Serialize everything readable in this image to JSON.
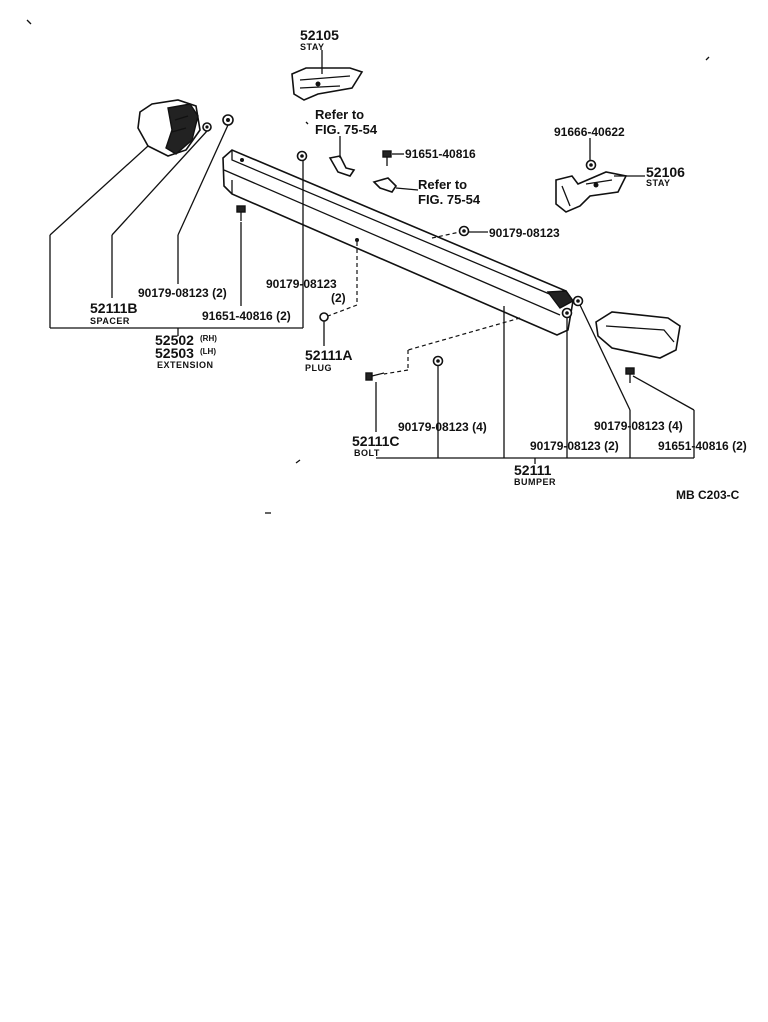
{
  "labels": {
    "stay_left": {
      "number": "52105",
      "caption": "STAY"
    },
    "refer_top": {
      "line1": "Refer to",
      "line2": "FIG. 75-54"
    },
    "bolt_top": "91651-40816",
    "refer_mid": {
      "line1": "Refer to",
      "line2": "FIG. 75-54"
    },
    "washer_right": "91666-40622",
    "stay_right": {
      "number": "52106",
      "caption": "STAY"
    },
    "nut_center": "90179-08123",
    "spacer": {
      "number": "52111B",
      "caption": "SPACER"
    },
    "nut_left": "90179-08123 (2)",
    "nut_mid_left": {
      "line1": "90179-08123",
      "line2": "(2)"
    },
    "bolt_left": "91651-40816 (2)",
    "extension": {
      "rh": "52502",
      "rh_sup": "(RH)",
      "lh": "52503",
      "lh_sup": "(LH)",
      "caption": "EXTENSION"
    },
    "plug": {
      "number": "52111A",
      "caption": "PLUG"
    },
    "nut_bottom": "90179-08123 (4)",
    "bolt_c": {
      "number": "52111C",
      "caption": "BOLT"
    },
    "nut_bottom_mid": "90179-08123 (2)",
    "nut_bottom_right": "90179-08123 (4)",
    "bolt_bottom_right": "91651-40816 (2)",
    "bumper": {
      "number": "52111",
      "caption": "BUMPER"
    },
    "figure_code": "MB C203-C"
  }
}
